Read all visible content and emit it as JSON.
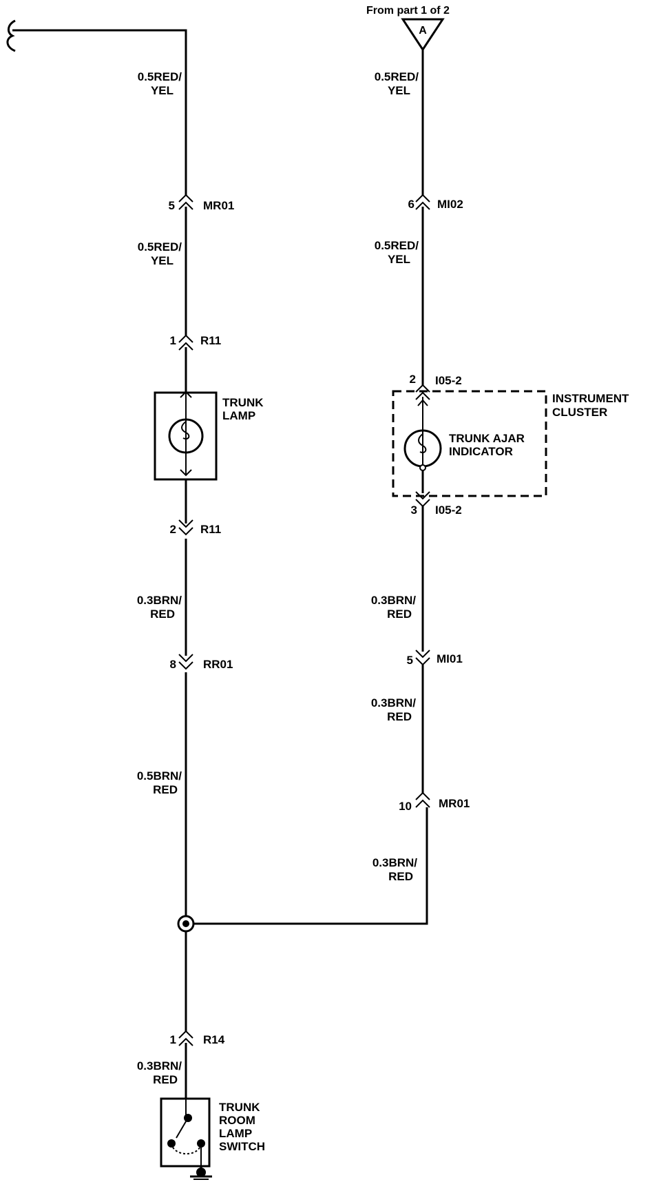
{
  "offpage": {
    "from_text": "From part 1 of 2",
    "connector_letter": "A"
  },
  "left_circuit": {
    "wire_top": [
      "0.5RED/",
      "YEL"
    ],
    "conn_mr01": {
      "pin": "5",
      "name": "MR01"
    },
    "wire_2": [
      "0.5RED/",
      "YEL"
    ],
    "conn_r11_top": {
      "pin": "1",
      "name": "R11"
    },
    "trunk_lamp": [
      "TRUNK",
      "LAMP"
    ],
    "conn_r11_bottom": {
      "pin": "2",
      "name": "R11"
    },
    "wire_3": [
      "0.3BRN/",
      "RED"
    ],
    "conn_rr01": {
      "pin": "8",
      "name": "RR01"
    },
    "wire_4": [
      "0.5BRN/",
      "RED"
    ],
    "conn_r14": {
      "pin": "1",
      "name": "R14"
    },
    "wire_5": [
      "0.3BRN/",
      "RED"
    ],
    "switch": [
      "TRUNK",
      "ROOM",
      "LAMP",
      "SWITCH"
    ]
  },
  "right_circuit": {
    "wire_top": [
      "0.5RED/",
      "YEL"
    ],
    "conn_mi02": {
      "pin": "6",
      "name": "MI02"
    },
    "wire_2": [
      "0.5RED/",
      "YEL"
    ],
    "conn_i05_top": {
      "pin": "2",
      "name": "I05-2"
    },
    "cluster": [
      "INSTRUMENT",
      "CLUSTER"
    ],
    "indicator": [
      "TRUNK AJAR",
      "INDICATOR"
    ],
    "conn_i05_bottom": {
      "pin": "3",
      "name": "I05-2"
    },
    "wire_3": [
      "0.3BRN/",
      "RED"
    ],
    "conn_mi01": {
      "pin": "5",
      "name": "MI01"
    },
    "wire_4": [
      "0.3BRN/",
      "RED"
    ],
    "conn_mr01": {
      "pin": "10",
      "name": "MR01"
    },
    "wire_5": [
      "0.3BRN/",
      "RED"
    ]
  }
}
